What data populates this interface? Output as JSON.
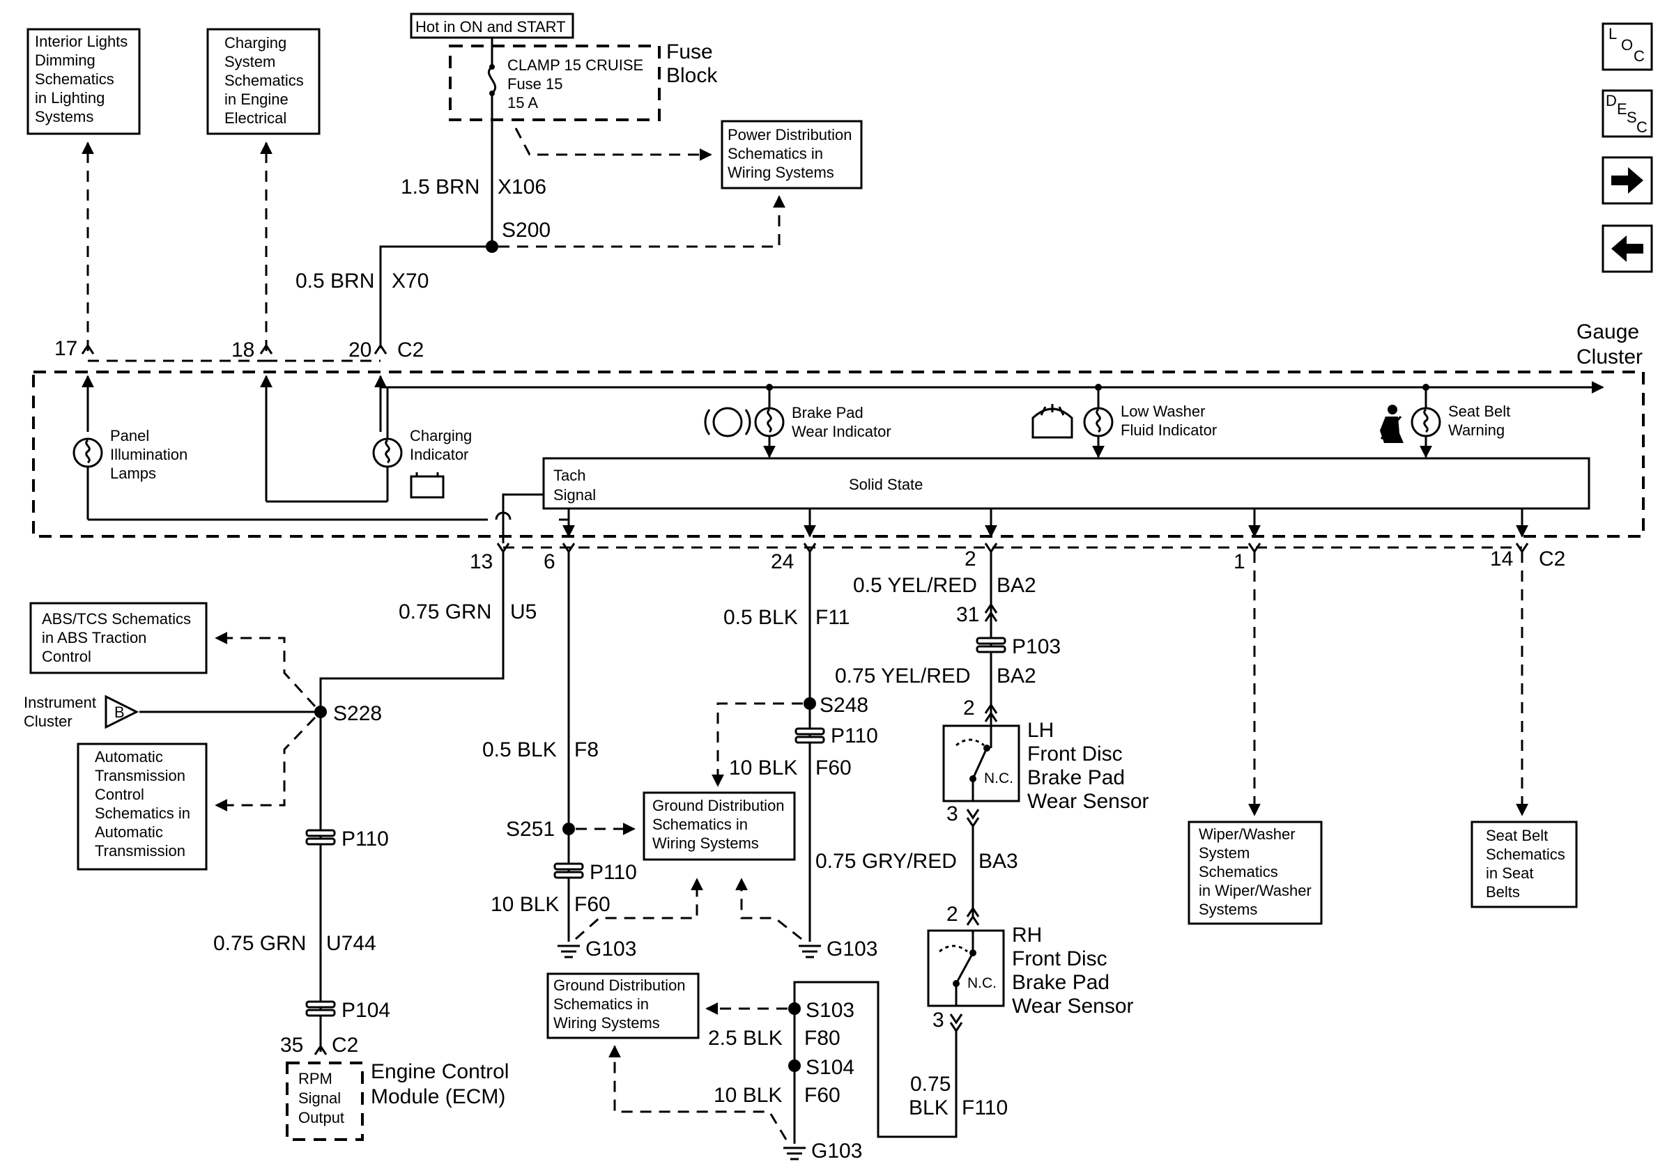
{
  "hot_label": "Hot in ON and START",
  "fuse_block": {
    "line1": "Fuse",
    "line2": "Block",
    "fuse_l1": "CLAMP 15 CRUISE",
    "fuse_l2": "Fuse 15",
    "fuse_l3": "15 A"
  },
  "ref_interior": [
    "Interior Lights",
    "Dimming",
    "Schematics",
    "in Lighting",
    "Systems"
  ],
  "ref_charging": [
    "Charging",
    "System",
    "Schematics",
    "in Engine",
    "Electrical"
  ],
  "ref_power": [
    "Power Distribution",
    "Schematics in",
    "Wiring Systems"
  ],
  "ref_abs": [
    "ABS/TCS Schematics",
    "in ABS Traction",
    "Control"
  ],
  "ref_auto": [
    "Automatic",
    "Transmission",
    "Control",
    "Schematics in",
    "Automatic",
    "Transmission"
  ],
  "ref_ground1": [
    "Ground Distribution",
    "Schematics in",
    "Wiring Systems"
  ],
  "ref_ground2": [
    "Ground Distribution",
    "Schematics in",
    "Wiring Systems"
  ],
  "ref_wiper": [
    "Wiper/Washer",
    "System",
    "Schematics",
    "in Wiper/Washer",
    "Systems"
  ],
  "ref_seatbelt": [
    "Seat Belt",
    "Schematics",
    "in Seat",
    "Belts"
  ],
  "nav": {
    "loc": [
      "L",
      "O",
      "C"
    ],
    "desc": [
      "D",
      "E",
      "S",
      "C"
    ]
  },
  "wires": {
    "x106_gauge": "1.5 BRN",
    "x106_circuit": "X106",
    "x70_gauge": "0.5 BRN",
    "x70_circuit": "X70",
    "u5_gauge": "0.75 GRN",
    "u5_circuit": "U5",
    "f11_gauge": "0.5 BLK",
    "f11_circuit": "F11",
    "ba2a_gauge": "0.5 YEL/RED",
    "ba2a_circuit": "BA2",
    "ba2b_gauge": "0.75  YEL/RED",
    "ba2b_circuit": "BA2",
    "f8_gauge": "0.5 BLK",
    "f8_circuit": "F8",
    "f60a_gauge": "10 BLK",
    "f60a_circuit": "F60",
    "f60b_gauge": "10 BLK",
    "f60b_circuit": "F60",
    "ba3_gauge": "0.75 GRY/RED",
    "ba3_circuit": "BA3",
    "u744_gauge": "0.75 GRN",
    "u744_circuit": "U744",
    "f80_gauge": "2.5 BLK",
    "f80_circuit": "F80",
    "f60c_gauge": "10 BLK",
    "f60c_circuit": "F60",
    "f110_gauge_1": "0.75",
    "f110_gauge_2": "BLK",
    "f110_circuit": "F110"
  },
  "splices": {
    "s200": "S200",
    "s228": "S228",
    "s248": "S248",
    "s251": "S251",
    "s103": "S103",
    "s104": "S104"
  },
  "connectors": {
    "p103": "P103",
    "p110a": "P110",
    "p110b": "P110",
    "p110c": "P110",
    "p104": "P104"
  },
  "grounds": {
    "g1": "G103",
    "g2": "G103",
    "g3": "G103"
  },
  "pins": {
    "p17": "17",
    "p18": "18",
    "p20": "20",
    "c2_top": "C2",
    "p13": "13",
    "p6": "6",
    "p24": "24",
    "p2": "2",
    "p1": "1",
    "p14": "14",
    "c2_bottom": "C2",
    "p31": "31",
    "lh_p2": "2",
    "lh_p3": "3",
    "rh_p2": "2",
    "rh_p3": "3",
    "ecm_p35": "35",
    "ecm_c2": "C2"
  },
  "gauge_cluster": {
    "title1": "Gauge",
    "title2": "Cluster",
    "panel_lamps": [
      "Panel",
      "Illumination",
      "Lamps"
    ],
    "charging_indicator": [
      "Charging",
      "Indicator"
    ],
    "brake_pad": [
      "Brake Pad",
      "Wear Indicator"
    ],
    "low_washer": [
      "Low Washer",
      "Fluid Indicator"
    ],
    "seat_belt": [
      "Seat Belt",
      "Warning"
    ],
    "tach": [
      "Tach",
      "Signal"
    ],
    "solid_state": "Solid State"
  },
  "instrument_cluster": [
    "Instrument",
    "Cluster"
  ],
  "b_label": "B",
  "lh_sensor": {
    "lines": [
      "LH",
      "Front Disc",
      "Brake Pad",
      "Wear Sensor"
    ],
    "nc": "N.C."
  },
  "rh_sensor": {
    "lines": [
      "RH",
      "Front Disc",
      "Brake Pad",
      "Wear Sensor"
    ],
    "nc": "N.C."
  },
  "ecm": {
    "box": [
      "RPM",
      "Signal",
      "Output"
    ],
    "label": [
      "Engine Control",
      "Module (ECM)"
    ]
  }
}
